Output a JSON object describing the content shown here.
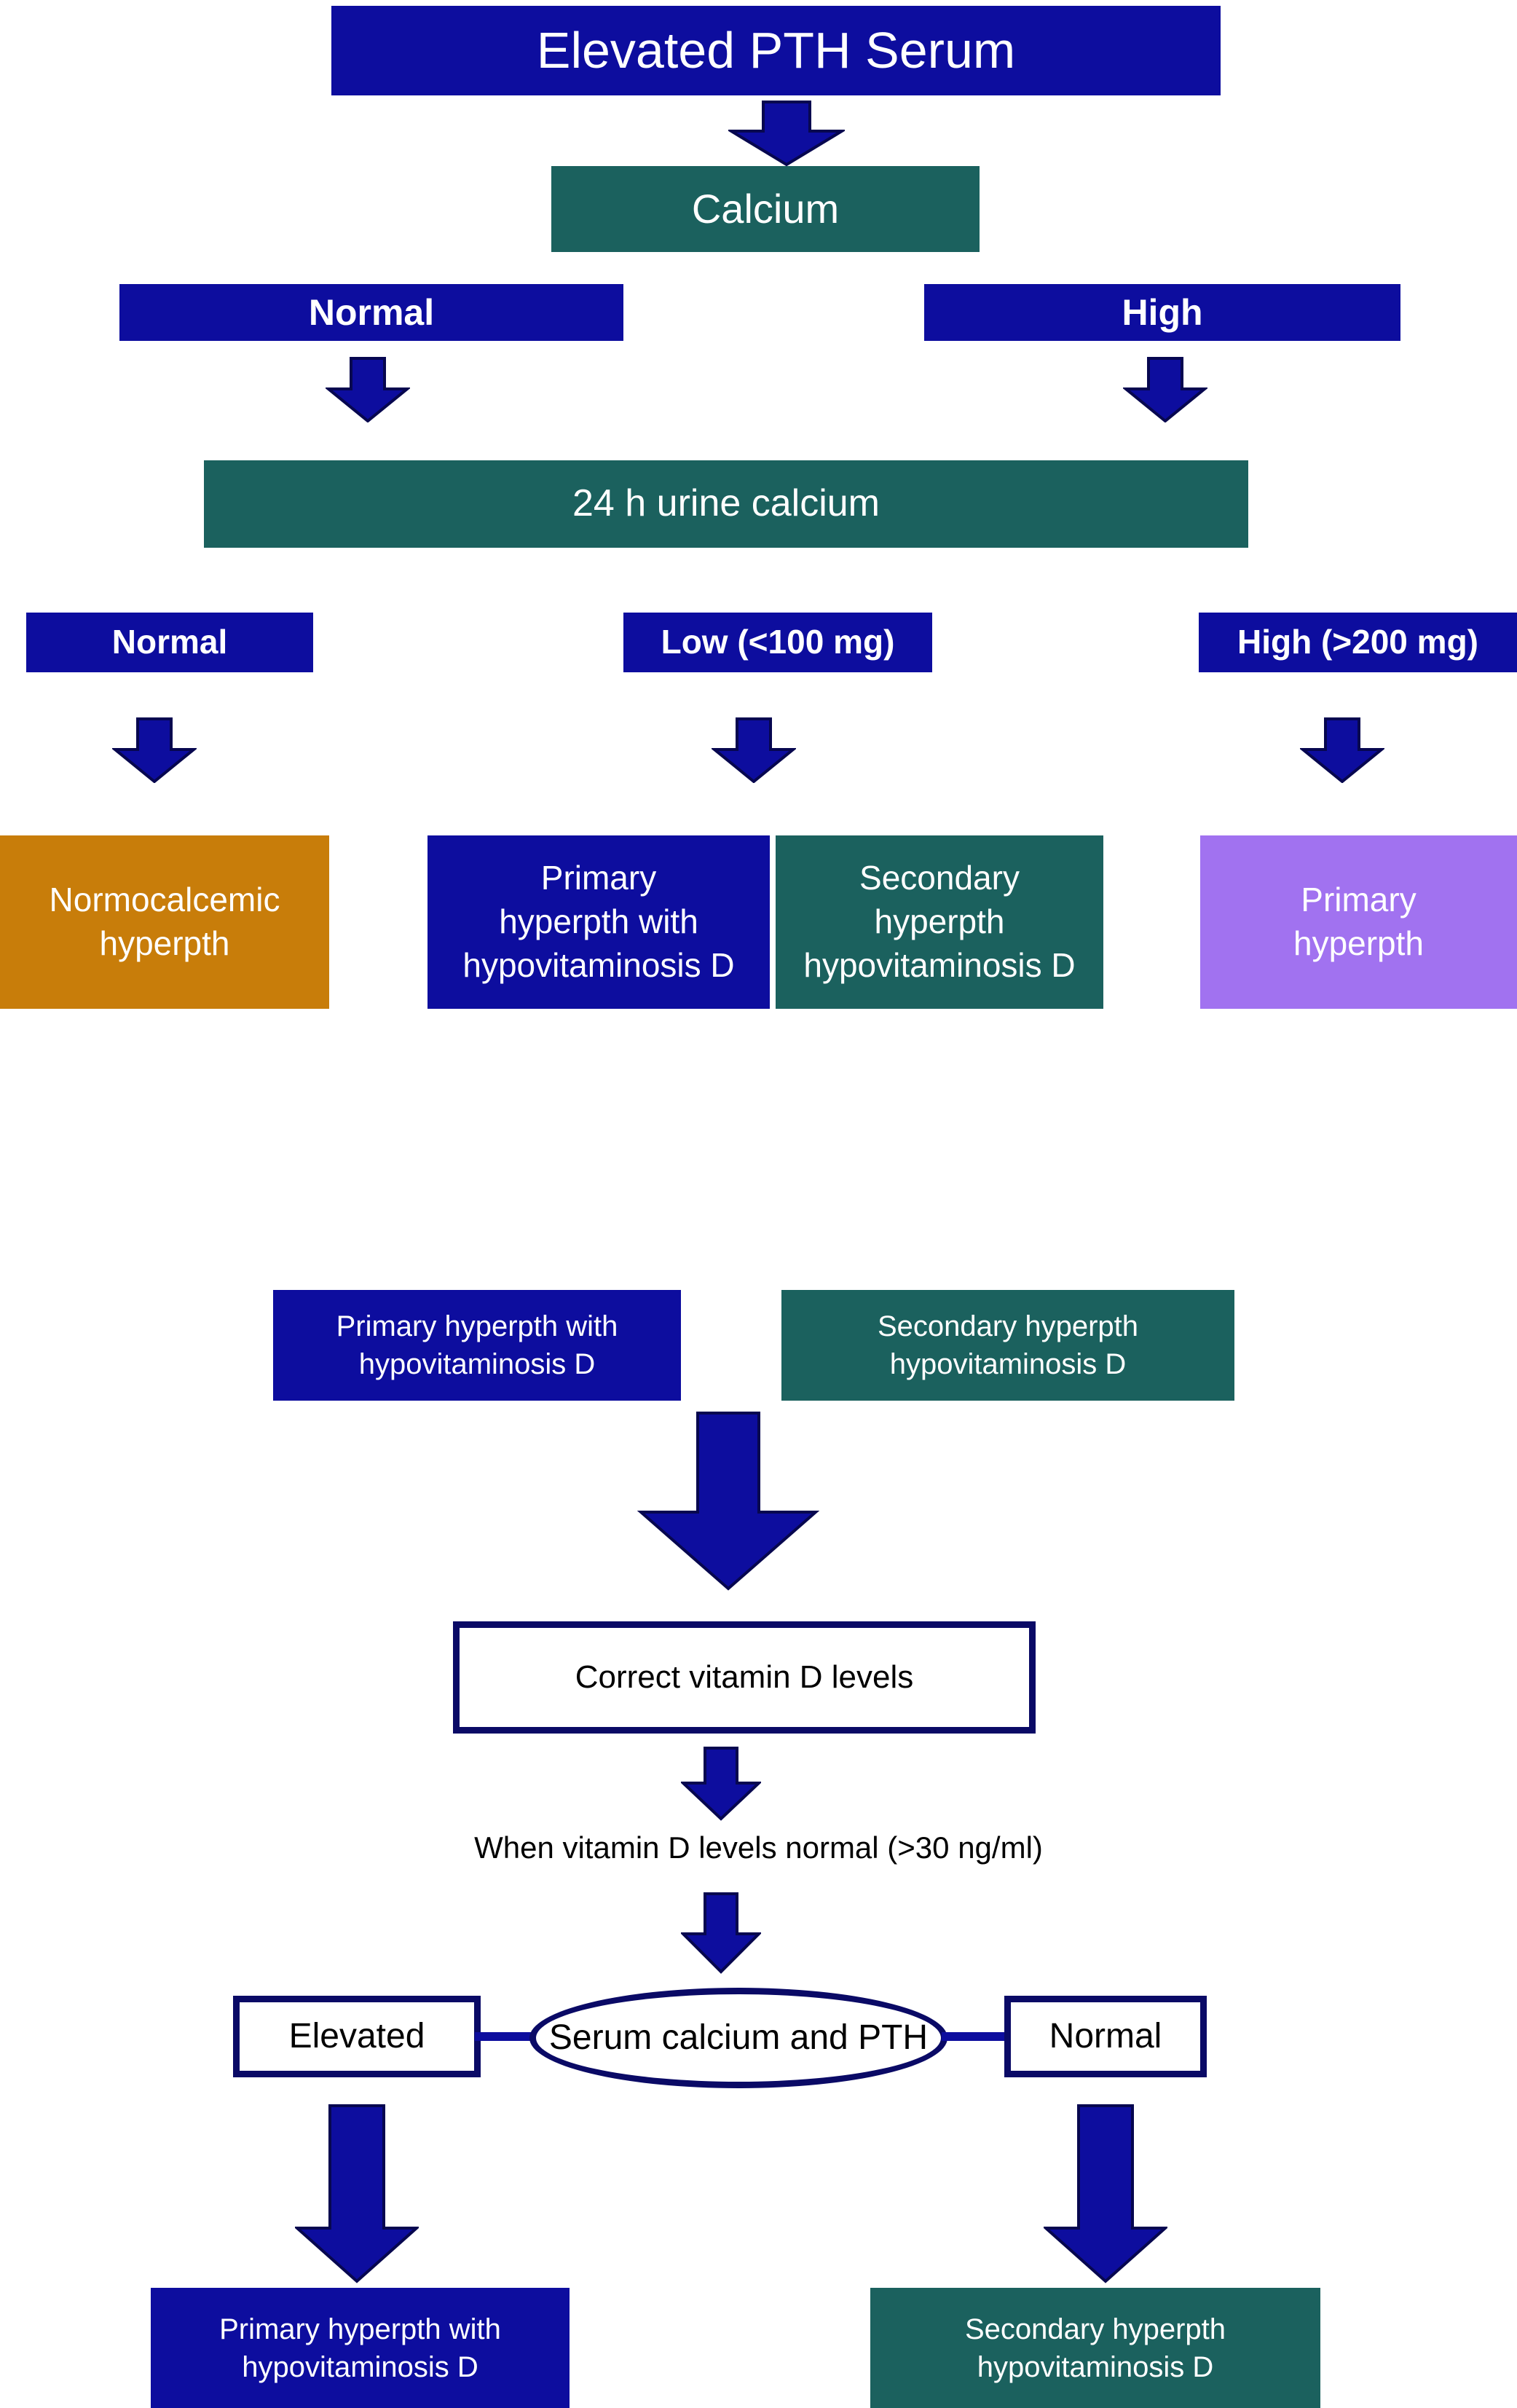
{
  "page": {
    "background": "#ffffff"
  },
  "colors": {
    "navy": "#0d0d9e",
    "teal": "#1b615e",
    "orange": "#c87d0a",
    "purple": "#a172f0",
    "border_navy": "#0a0a66",
    "arrow_fill": "#0d0d9e",
    "arrow_stroke": "#07074f",
    "text_on_dark": "#ffffff",
    "text_on_light": "#000000"
  },
  "nodes": {
    "title": "Elevated PTH Serum",
    "calcium": "Calcium",
    "calcium_normal": "Normal",
    "calcium_high": "High",
    "urine": "24 h urine calcium",
    "urine_normal": "Normal",
    "urine_low": "Low (<100 mg)",
    "urine_high": "High  (>200 mg)",
    "outcome_normocalcemic": "Normocalcemic\nhyperpth",
    "outcome_primary_hypo": "Primary\nhyperpth with\nhypovitaminosis D",
    "outcome_secondary_hypo": "Secondary\nhyperpth\nhypovitaminosis D",
    "outcome_primary": "Primary\nhyperpth",
    "mid_primary_hypo": "Primary hyperpth with\nhypovitaminosis D",
    "mid_secondary_hypo": "Secondary hyperpth\nhypovitaminosis D",
    "correct_vitd": "Correct vitamin D levels",
    "when_vitd": "When vitamin D levels normal (>30 ng/ml)",
    "decision_elevated": "Elevated",
    "decision_center": "Serum calcium and PTH",
    "decision_normal": "Normal",
    "final_primary_hypo": "Primary hyperpth with\nhypovitaminosis D",
    "final_secondary_hypo": "Secondary hyperpth\nhypovitaminosis D"
  }
}
